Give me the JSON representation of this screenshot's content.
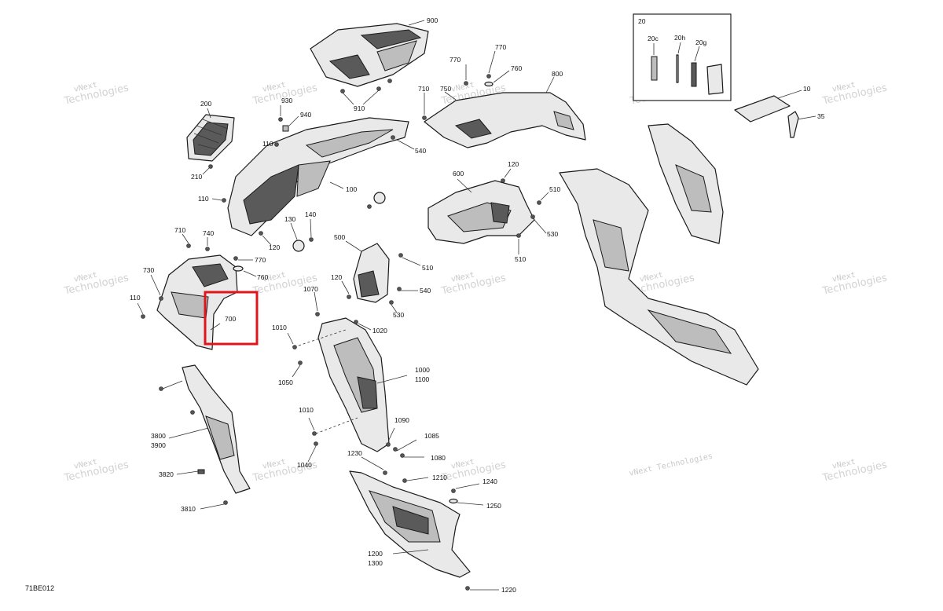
{
  "figure_code": "71BE012",
  "watermark": {
    "line1": "vNext",
    "line2": "Technologies",
    "line3": "vNext Technologies"
  },
  "highlight": {
    "label": "700",
    "color": "#e0151b"
  },
  "labels": {
    "l900": "900",
    "l910": "910",
    "l200": "200",
    "l210": "210",
    "l930": "930",
    "l940": "940",
    "l110a": "110",
    "l110b": "110",
    "l100": "100",
    "l540a": "540",
    "l130": "130",
    "l140": "140",
    "l120a": "120",
    "l770a": "770",
    "l770b": "770",
    "l760": "760",
    "l710a": "710",
    "l750": "750",
    "l800": "800",
    "l20": "20",
    "l20c": "20c",
    "l20h": "20h",
    "l20g": "20g",
    "l10": "10",
    "l35": "35",
    "l600": "600",
    "l120b": "120",
    "l510a": "510",
    "l530a": "530",
    "l510b": "510",
    "l710b": "710",
    "l740": "740",
    "l770c": "770",
    "l760b": "760",
    "l730": "730",
    "l110c": "110",
    "l500": "500",
    "l510c": "510",
    "l120c": "120",
    "l540b": "540",
    "l530b": "530",
    "l1070": "1070",
    "l1020": "1020",
    "l1010a": "1010",
    "l1050": "1050",
    "l1000": "1000",
    "l1100": "1100",
    "l1010b": "1010",
    "l1090": "1090",
    "l1085": "1085",
    "l1080": "1080",
    "l1040": "1040",
    "l1230": "1230",
    "l1210": "1210",
    "l1240": "1240",
    "l1250": "1250",
    "l1200": "1200",
    "l1300": "1300",
    "l1220": "1220",
    "l3800": "3800",
    "l3900": "3900",
    "l3820": "3820",
    "l3810": "3810"
  }
}
